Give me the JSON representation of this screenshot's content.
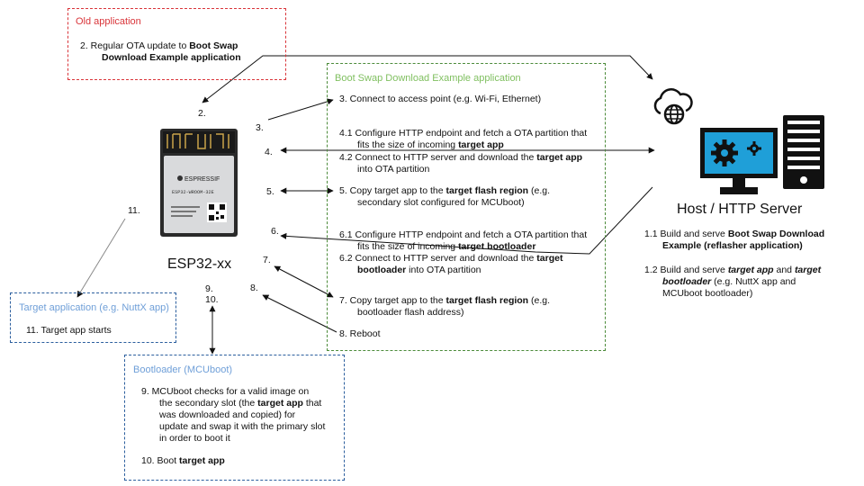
{
  "old_app": {
    "title": "Old application",
    "step2_a": "2. Regular OTA update to ",
    "step2_b": "Boot Swap",
    "step2_c": "Download Example application"
  },
  "example_app": {
    "title": "Boot Swap Download Example application",
    "s3": "3. Connect to access point (e.g. Wi-Fi, Ethernet)",
    "s41_a": "4.1 Configure HTTP endpoint and fetch a OTA partition that",
    "s41_b": "fits the size of incoming ",
    "s41_c": "target app",
    "s42_a": "4.2 Connect to HTTP server and download the ",
    "s42_b": "target app",
    "s42_c": "into OTA partition",
    "s5_a": "5.   Copy target app to the ",
    "s5_b": "target flash region",
    "s5_c": " (e.g.",
    "s5_d": "secondary slot configured for MCUboot)",
    "s61_a": "6.1 Configure HTTP endpoint and fetch a OTA partition that",
    "s61_b": "fits the size of incoming ",
    "s61_c": "target bootloader",
    "s62_a": "6.2 Connect to HTTP server and download the ",
    "s62_b": "target",
    "s62_c": "bootloader",
    "s62_d": " into OTA partition",
    "s7_a": "7.   Copy target app to the ",
    "s7_b": "target flash region",
    "s7_c": " (e.g.",
    "s7_d": "bootloader flash address)",
    "s8": "8. Reboot"
  },
  "target_app": {
    "title": "Target application (e.g. NuttX app)",
    "s11": "11.  Target app starts"
  },
  "bootloader": {
    "title": "Bootloader (MCUboot)",
    "s9_1": "9.   MCUboot checks for a valid image on",
    "s9_2": "the secondary slot (the ",
    "s9_2b": "target app",
    "s9_2c": " that",
    "s9_3": "was downloaded and copied) for",
    "s9_4": "update and swap it with the primary slot",
    "s9_5": "in order to boot it",
    "s10_a": "10.  Boot ",
    "s10_b": "target app"
  },
  "server": {
    "label": "Host / HTTP Server",
    "s11_a": "1.1 Build and serve ",
    "s11_b": "Boot Swap Download",
    "s11_c": "Example (reflasher application)",
    "s12_a": "1.2 Build and serve ",
    "s12_b": "target app",
    "s12_c": " and ",
    "s12_d": "target",
    "s12_e": "bootloader",
    "s12_f": " (e.g. NuttX app and",
    "s12_g": "MCUboot bootloader)"
  },
  "device": {
    "label": "ESP32-xx",
    "brand": "ESPRESSIF",
    "model": "ESP32-WROOM-32E"
  },
  "step_numbers": {
    "n2": "2.",
    "n3": "3.",
    "n4": "4.",
    "n5": "5.",
    "n6": "6.",
    "n7": "7.",
    "n8": "8.",
    "n9": "9.",
    "n10": "10.",
    "n11": "11."
  },
  "colors": {
    "old_app": "#d9353a",
    "example_app": "#4c8b3a",
    "example_title": "#7fbf5f",
    "target_app": "#2c5f9e",
    "target_title": "#6f9fd8",
    "server_icon": "#1f9fd8",
    "arrow": "#111111"
  },
  "icons": [
    "cloud-globe-icon",
    "monitor-gear-icon",
    "server-rack-icon",
    "esp32-module-image"
  ]
}
